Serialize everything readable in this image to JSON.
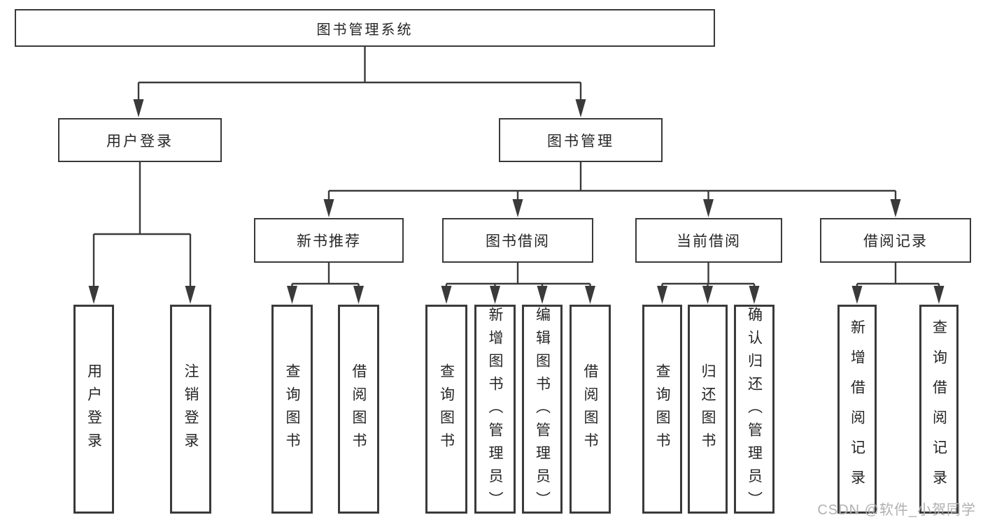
{
  "title": "图书管理系统",
  "level2": [
    {
      "label": "用户登录"
    },
    {
      "label": "图书管理"
    }
  ],
  "level3": [
    {
      "label": "新书推荐"
    },
    {
      "label": "图书借阅"
    },
    {
      "label": "当前借阅"
    },
    {
      "label": "借阅记录"
    }
  ],
  "leafGroups": [
    {
      "items": [
        "用户登录",
        "注销登录"
      ]
    },
    {
      "items": [
        "查询图书",
        "借阅图书"
      ]
    },
    {
      "items": [
        "查询图书",
        "新增图书（管理员）",
        "编辑图书（管理员）",
        "借阅图书"
      ]
    },
    {
      "items": [
        "查询图书",
        "归还图书",
        "确认归还（管理员）"
      ]
    },
    {
      "items": [
        "新增借阅记录",
        "查询借阅记录"
      ]
    }
  ],
  "watermark": "CSDN @软件_小贺同学",
  "colors": {
    "line": "#3a3a3a",
    "text": "#262626",
    "watermark": "#b0b0b0",
    "background": "#ffffff"
  }
}
